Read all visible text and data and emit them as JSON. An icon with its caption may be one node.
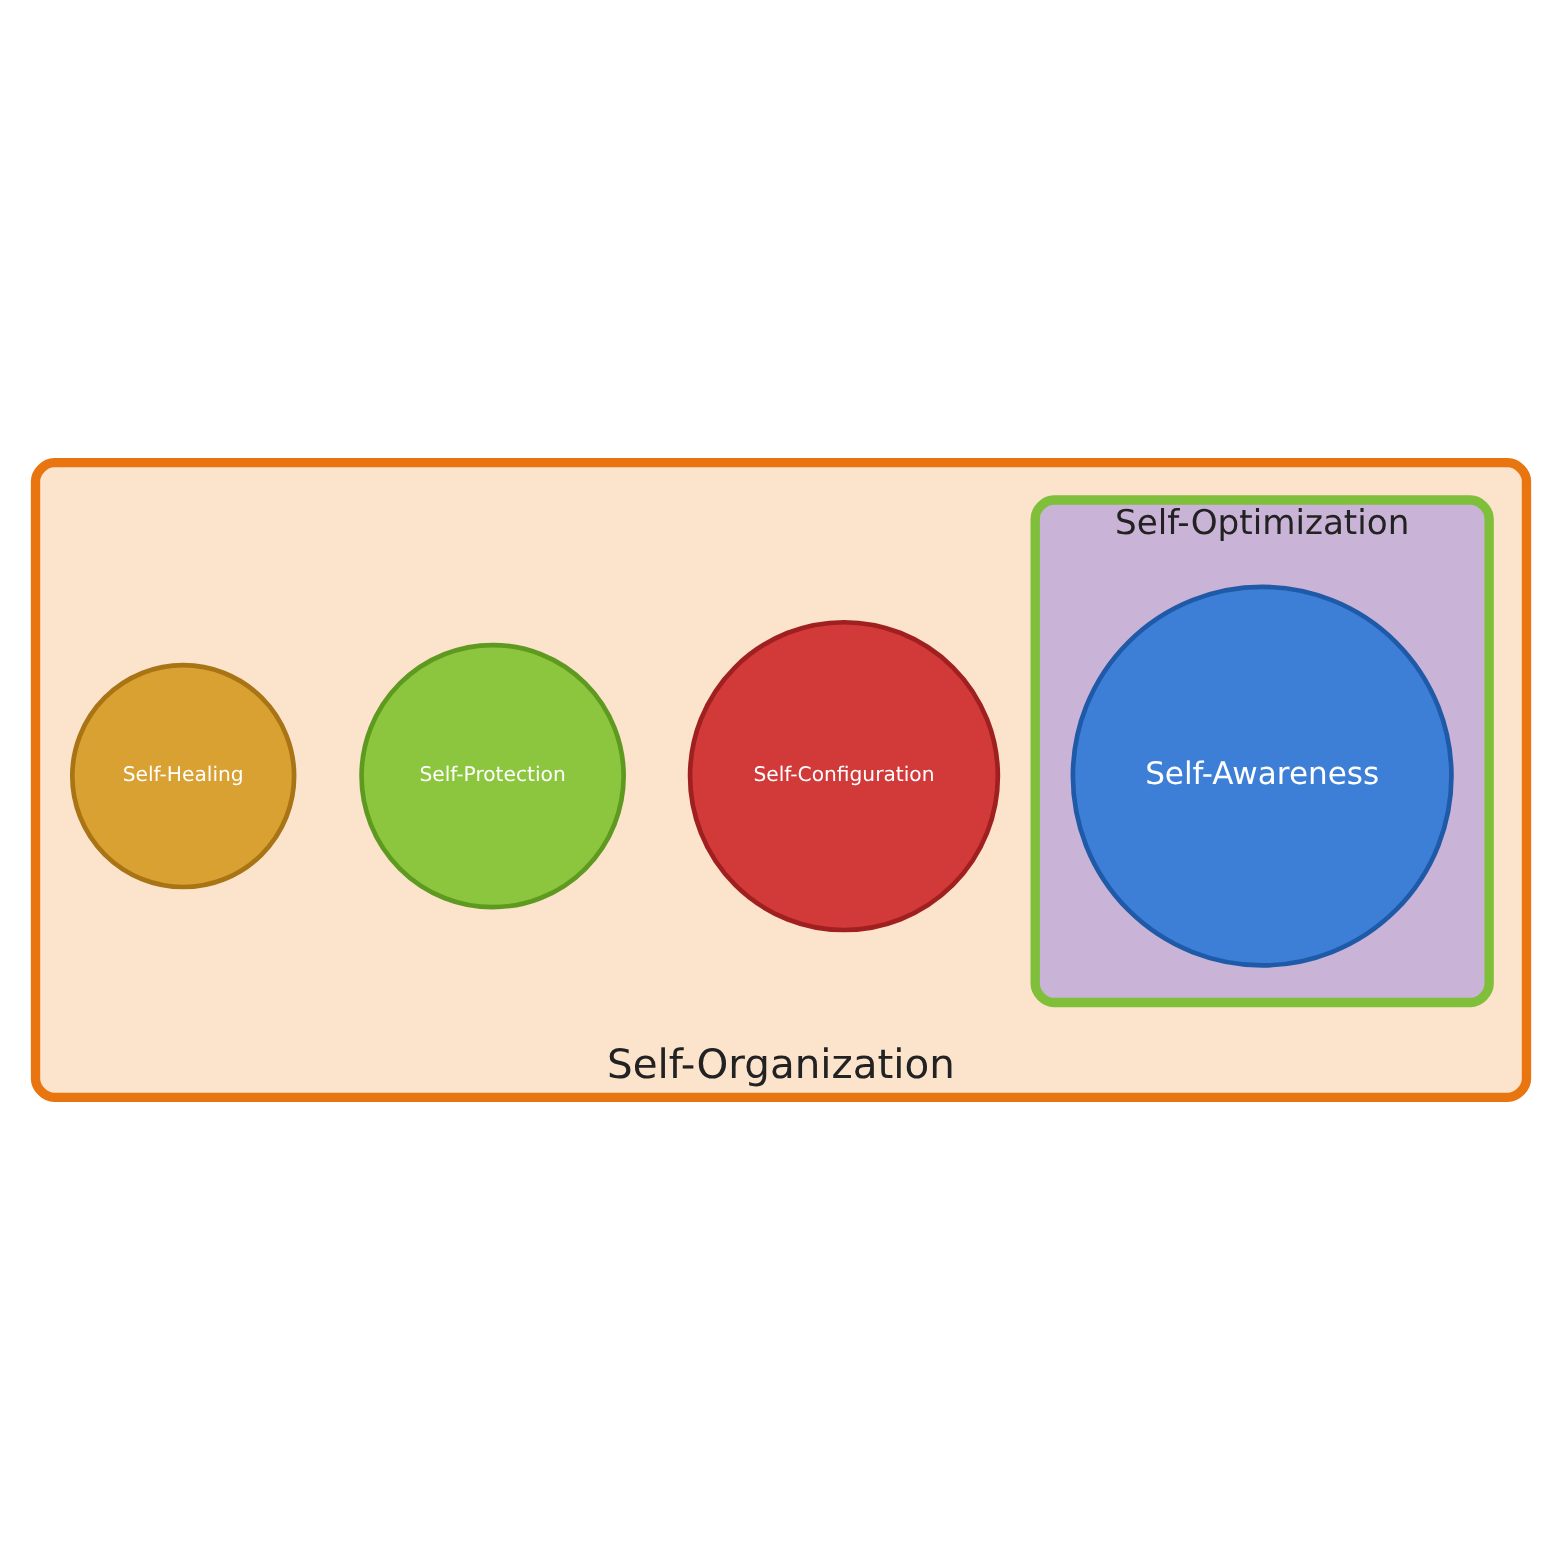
{
  "diagram": {
    "nodes": [
      {
        "text": [
          "Self-Organization"
        ]
      },
      {
        "text": [
          "Self-Optimization"
        ],
        "in": 0
      },
      {
        "text": [
          "Self-Configuration"
        ],
        "in": 0
      },
      {
        "text": [
          "Self-Awareness"
        ],
        "in": 1
      },
      {
        "text": [
          "Self-Protection"
        ],
        "in": 0
      },
      {
        "text": [
          "Self-Healing"
        ],
        "in": 0
      }
    ]
  }
}
